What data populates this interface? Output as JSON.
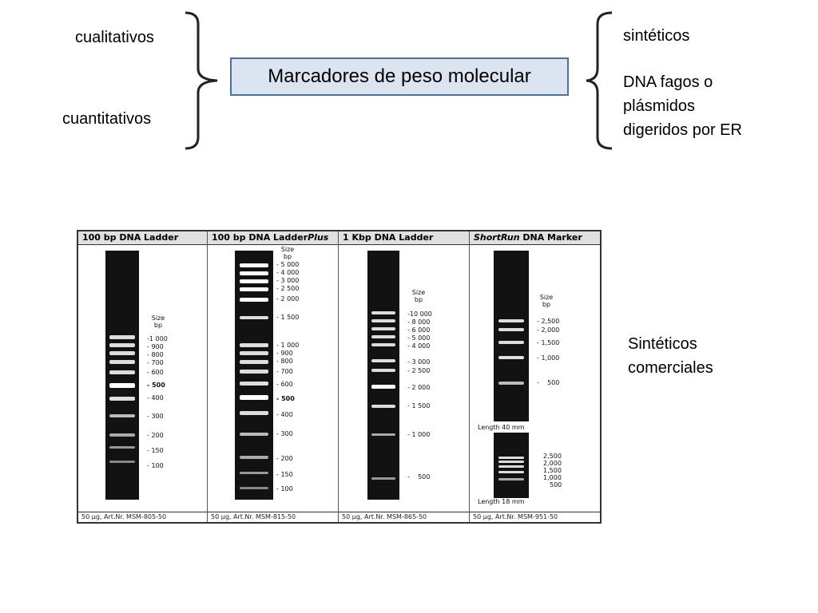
{
  "left_labels": {
    "qualitative": "cualitativos",
    "quantitative": "cuantitativos"
  },
  "title": "Marcadores de peso molecular",
  "right_labels": {
    "synthetic": "sintéticos",
    "digested_line1": "DNA fagos o",
    "digested_line2": "plásmidos",
    "digested_line3": "digeridos por ER"
  },
  "side_note": {
    "line1": "Sintéticos",
    "line2": "comerciales"
  },
  "panels": [
    {
      "title": "100 bp DNA Ladder",
      "title_italic": "",
      "footer": "50 µg, Art.Nr. MSM-805-50",
      "size_header": [
        "Size",
        "bp"
      ],
      "bands": [
        "-1 000",
        "900",
        "800",
        "700",
        "600",
        "500",
        "400",
        "300",
        "200",
        "150",
        "100"
      ]
    },
    {
      "title": "100 bp DNA Ladder",
      "title_italic": "Plus",
      "footer": "50 µg, Art.Nr. MSM-815-50",
      "size_header": [
        "Size",
        "bp"
      ],
      "bands": [
        "5 000",
        "4 000",
        "3 000",
        "2 500",
        "2 000",
        "1 500",
        "1 000",
        "900",
        "800",
        "700",
        "600",
        "500",
        "400",
        "300",
        "200",
        "150",
        "100"
      ]
    },
    {
      "title": "1 Kbp DNA Ladder",
      "title_italic": "",
      "footer": "50 µg, Art.Nr. MSM-865-50",
      "size_header": [
        "Size",
        "bp"
      ],
      "bands": [
        "-10 000",
        "8 000",
        "6 000",
        "5 000",
        "4 000",
        "3 000",
        "2 500",
        "2 000",
        "1 500",
        "1 000",
        "500"
      ]
    },
    {
      "title": "DNA Marker",
      "title_italic": "ShortRun",
      "footer": "50 µg, Art.Nr. MSM-951-50",
      "size_header": [
        "Size",
        "bp"
      ],
      "bands": [
        "2,500",
        "2,000",
        "1,500",
        "1,000",
        "500"
      ],
      "length_top": "Length 40 mm",
      "length_bottom": "Length 18 mm",
      "bottom_bands": [
        "2,500",
        "2,000",
        "1,500",
        "1,000",
        "500"
      ]
    }
  ]
}
